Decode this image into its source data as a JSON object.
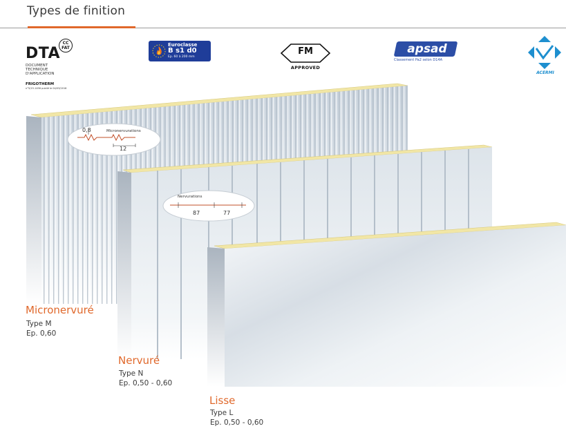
{
  "header": {
    "title": "Types de finition"
  },
  "colors": {
    "accent": "#e0682b",
    "text": "#3a3a3a",
    "foam": "#f1e6a6",
    "euro_blue": "#1f3d99",
    "apsad_blue": "#2c4ea6",
    "acermi_blue": "#1e8fcf"
  },
  "logos": {
    "dta": {
      "main": "DTA",
      "badge_top": "CC",
      "badge_bottom": "FAT",
      "line1": "DOCUMENT",
      "line2": "TECHNIQUE",
      "line3": "D'APPLICATION",
      "brand": "FRIGOTHERM",
      "ref": "n°5/15-1456 publié le 04/03/2016"
    },
    "euroclasse": {
      "title": "Euroclasse",
      "rating": "B s1 d0",
      "range": "Ep. 60 à 200 mm"
    },
    "fm": {
      "mark": "FM",
      "label": "APPROVED"
    },
    "apsad": {
      "mark": "apsad",
      "caption": "Classement Pa2 selon D14A"
    },
    "acermi": {
      "mark": "ACERMI"
    }
  },
  "callouts": {
    "micro": {
      "thickness": "0,8",
      "label": "Micronervurations",
      "pitch": "12"
    },
    "nerv": {
      "label": "Nervurations",
      "left": "87",
      "right": "77"
    }
  },
  "finishes": [
    {
      "name": "Micronervuré",
      "type": "Type M",
      "thickness": "Ep. 0,60"
    },
    {
      "name": "Nervuré",
      "type": "Type N",
      "thickness": "Ep. 0,50 - 0,60"
    },
    {
      "name": "Lisse",
      "type": "Type L",
      "thickness": "Ep. 0,50 - 0,60"
    }
  ]
}
